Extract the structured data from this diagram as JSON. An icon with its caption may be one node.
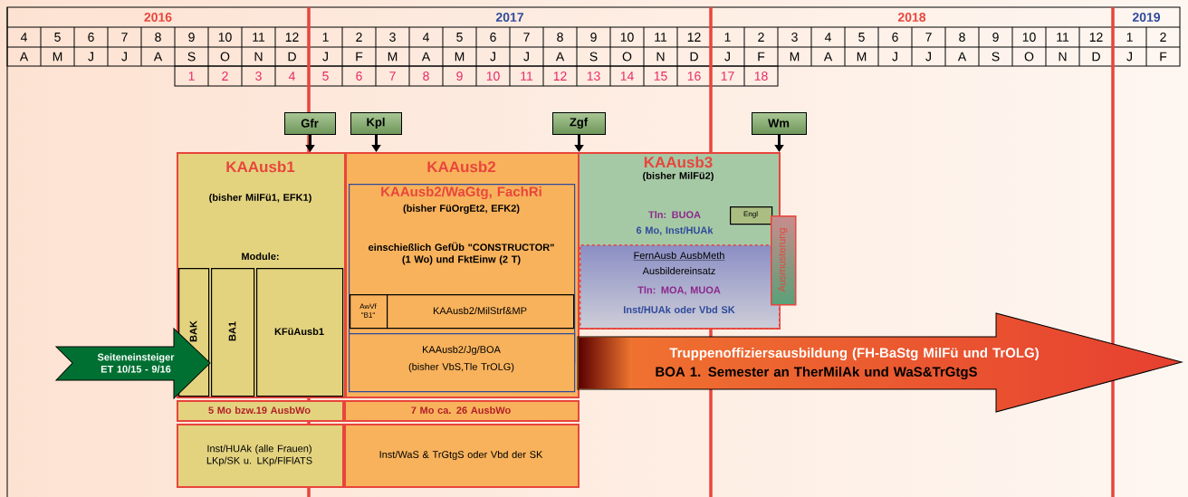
{
  "diagram": {
    "nodes": [
      {
        "text": [
          "Gfr"
        ]
      },
      {
        "text": [
          "Kpl"
        ]
      },
      {
        "text": [
          "Zgf"
        ]
      },
      {
        "text": [
          "Wm"
        ]
      },
      {
        "text": [
          "KAAusb1",
          "(bisher MilFü1, EFK1)",
          "Module:"
        ]
      },
      {
        "text": [
          "BAK"
        ],
        "in": 4
      },
      {
        "text": [
          "BA1"
        ],
        "in": 4
      },
      {
        "text": [
          "KFüAusb1"
        ],
        "in": 4
      },
      {
        "text": [
          "KAAusb2"
        ]
      },
      {
        "text": [
          "KAAusb2/WaGtg, FachRi",
          "(bisher FüOrgEt2, EFK2)",
          "einschießlich GefÜb \"CONSTRUCTOR\" (1 Wo) und FktEinw (2 T)"
        ],
        "in": 8
      },
      {
        "text": [
          "AwVf \"B1\""
        ],
        "in": 9
      },
      {
        "text": [
          "KAAusb2/MilStrf&MP"
        ],
        "in": 9
      },
      {
        "text": [
          "KAAusb2/Jg/BOA",
          "(bisher VbS,Tle TrOLG)"
        ],
        "in": 8
      },
      {
        "text": [
          "KAAusb3",
          "(bisher MilFü2)",
          "Tln: BUOA",
          "6 Mo, Inst/HUAk"
        ]
      },
      {
        "text": [
          "Engl"
        ],
        "in": 13
      },
      {
        "text": [
          "FernAusb AusbMeth",
          "Ausbildereinsatz",
          "Tln: MOA, MUOA",
          "Inst/HUAk oder Vbd SK"
        ],
        "in": 13
      },
      {
        "text": [
          "Ausmusterung"
        ]
      },
      {
        "text": [
          "Seiteneinsteiger ET 10/15 - 9/16"
        ]
      },
      {
        "text": [
          "Truppenoffiziersausbildung (FH-BaStg MilFü und TrOLG)",
          "BOA 1. Semester an TherMilAk und WaS&TrGtgS"
        ]
      },
      {
        "text": [
          "5 Mo bzw.19 AusbWo"
        ]
      },
      {
        "text": [
          "7 Mo ca. 26 AusbWo"
        ]
      },
      {
        "text": [
          "Inst/HUAk (alle Frauen) LKp/SK u. LKp/FlFlATS"
        ]
      },
      {
        "text": [
          "Inst/WaS & TrGtgS oder Vbd der SK"
        ]
      }
    ],
    "edges": [
      {
        "from": 0,
        "to": 4,
        "arrow": "to"
      },
      {
        "from": 1,
        "to": 8,
        "arrow": "to"
      },
      {
        "from": 2,
        "to": 13,
        "arrow": "to"
      },
      {
        "from": 3,
        "to": 13,
        "arrow": "to"
      }
    ],
    "labels": [
      "2016",
      "2017",
      "2018",
      "2019",
      "4",
      "5",
      "6",
      "7",
      "8",
      "9",
      "10",
      "11",
      "12",
      "1",
      "2",
      "3",
      "4",
      "5",
      "6",
      "7",
      "8",
      "9",
      "10",
      "11",
      "12",
      "1",
      "2",
      "3",
      "4",
      "5",
      "6",
      "7",
      "8",
      "9",
      "10",
      "11",
      "12",
      "1",
      "2",
      "A",
      "M",
      "J",
      "J",
      "A",
      "S",
      "O",
      "N",
      "D",
      "J",
      "F",
      "M",
      "A",
      "M",
      "J",
      "J",
      "A",
      "S",
      "O",
      "N",
      "D",
      "J",
      "F",
      "M",
      "A",
      "M",
      "J",
      "J",
      "A",
      "S",
      "O",
      "N",
      "D",
      "J",
      "F",
      "1",
      "2",
      "3",
      "4",
      "5",
      "6",
      "7",
      "8",
      "9",
      "10",
      "11",
      "12",
      "13",
      "14",
      "15",
      "16",
      "17",
      "18"
    ]
  }
}
